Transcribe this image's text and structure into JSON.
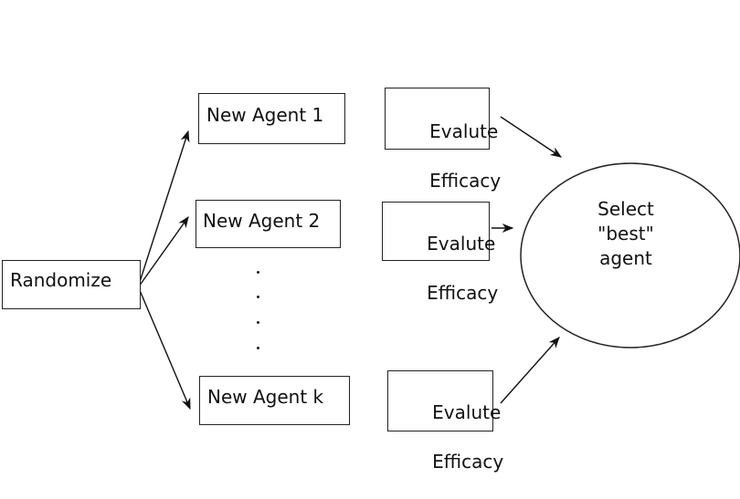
{
  "diagram": {
    "start_box": {
      "label": "Randomize"
    },
    "agents": [
      {
        "label": "New Agent 1"
      },
      {
        "label": "New Agent 2"
      },
      {
        "label": "New Agent k"
      }
    ],
    "evaluations": [
      {
        "line1": "Evalute",
        "line2": "Efficacy"
      },
      {
        "line1": "Evalute",
        "line2": "Efficacy"
      },
      {
        "line1": "Evalute",
        "line2": "Efficacy"
      }
    ],
    "select_node": {
      "line1": "Select",
      "line2": "\"best\"",
      "line3": "agent"
    }
  }
}
